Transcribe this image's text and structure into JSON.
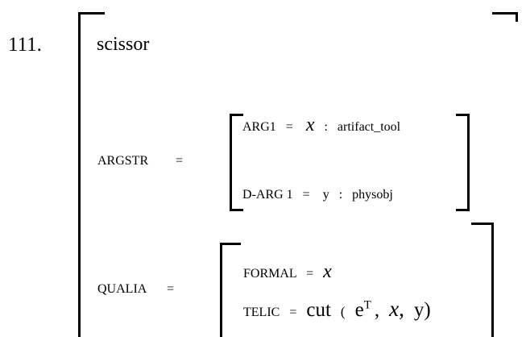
{
  "entry": {
    "number": "111.",
    "head": "scissor"
  },
  "argstr": {
    "label": "ARGSTR",
    "eq": "=",
    "arg1": {
      "name": "ARG1",
      "eq": "=",
      "var": "x",
      "sep": ":",
      "type": "artifact_tool"
    },
    "darg1": {
      "name": "D-ARG 1",
      "eq": "=",
      "var": "y",
      "sep": ":",
      "type": "physobj"
    }
  },
  "qualia": {
    "label": "QUALIA",
    "eq": "=",
    "formal": {
      "name": "FORMAL",
      "eq": "=",
      "value": "x"
    },
    "telic": {
      "name": "TELIC",
      "eq": "=",
      "predicate": "cut",
      "open": "(",
      "event": "e",
      "event_sup": "T",
      "comma1": ",",
      "arg1": "x,",
      "arg2": "y)"
    }
  }
}
